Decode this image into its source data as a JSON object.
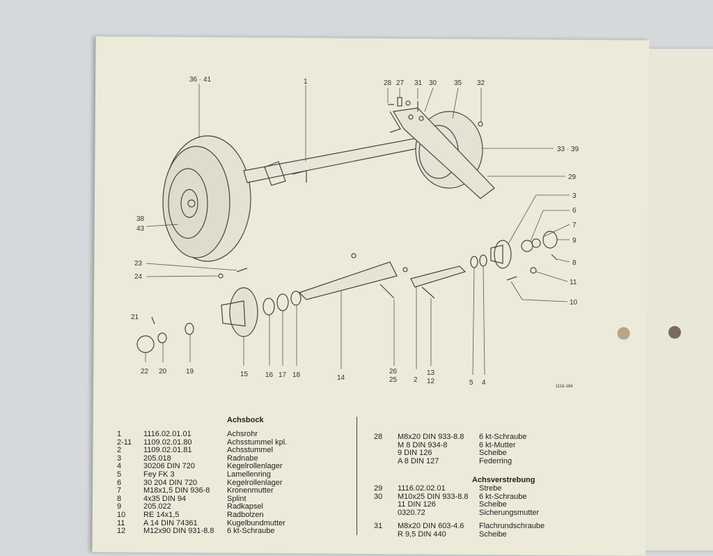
{
  "drawing": {
    "code": "1116-184",
    "callouts": {
      "c36_41": "36 · 41",
      "c1": "1",
      "c28": "28",
      "c27": "27",
      "c31": "31",
      "c30": "30",
      "c35": "35",
      "c32": "32",
      "c33_39": "33 · 39",
      "c29": "29",
      "c38": "38",
      "c43": "43",
      "c3": "3",
      "c6": "6",
      "c7": "7",
      "c9": "9",
      "c8": "8",
      "c11": "11",
      "c10": "10",
      "c23": "23",
      "c24": "24",
      "c21": "21",
      "c22": "22",
      "c20": "20",
      "c19": "19",
      "c15": "15",
      "c16": "16",
      "c17": "17",
      "c18": "18",
      "c14": "14",
      "c26": "26",
      "c25": "25",
      "c2": "2",
      "c13": "13",
      "c12": "12",
      "c5": "5",
      "c4": "4"
    }
  },
  "parts_left": {
    "heading": "Achsbock",
    "rows": [
      {
        "pos": "1",
        "num": "1116.02.01.01",
        "name": "Achsrohr"
      },
      {
        "pos": "2-11",
        "num": "1109.02.01.80",
        "name": "Achsstummel kpl."
      },
      {
        "pos": "2",
        "num": "1109.02.01.81",
        "name": "Achsstummel"
      },
      {
        "pos": "3",
        "num": "205.018",
        "name": "Radnabe"
      },
      {
        "pos": "4",
        "num": "30206 DIN 720",
        "name": "Kegelrollenlager"
      },
      {
        "pos": "5",
        "num": "Fey FK 3",
        "name": "Lamellenring"
      },
      {
        "pos": "6",
        "num": "30 204 DIN 720",
        "name": "Kegelrollenlager"
      },
      {
        "pos": "7",
        "num": "M18x1,5 DIN 936-8",
        "name": "Kronenmutter"
      },
      {
        "pos": "8",
        "num": "4x35 DIN 94",
        "name": "Splint"
      },
      {
        "pos": "9",
        "num": "205.022",
        "name": "Radkapsel"
      },
      {
        "pos": "10",
        "num": "RE 14x1,5",
        "name": "Radbolzen"
      },
      {
        "pos": "11",
        "num": "A 14 DIN 74361",
        "name": "Kugelbundmutter"
      },
      {
        "pos": "12",
        "num": "M12x90 DIN 931-8.8",
        "name": "6 kt-Schraube"
      }
    ]
  },
  "parts_right": {
    "heading": "Achsverstrebung",
    "rows": [
      {
        "pos": "28",
        "num": "M8x20 DIN 933-8.8",
        "name": "6 kt-Schraube"
      },
      {
        "pos": "",
        "num": "M 8 DIN 934-8",
        "name": "6 kt-Mutter"
      },
      {
        "pos": "",
        "num": "9 DIN 126",
        "name": "Scheibe"
      },
      {
        "pos": "",
        "num": "A 8 DIN 127",
        "name": "Federring"
      },
      {
        "pos": "29",
        "num": "1116.02.02.01",
        "name": "Strebe"
      },
      {
        "pos": "30",
        "num": "M10x25 DIN 933-8.8",
        "name": "6 kt-Schraube"
      },
      {
        "pos": "",
        "num": "11 DIN 126",
        "name": "Scheibe"
      },
      {
        "pos": "",
        "num": "0320.72",
        "name": "Sicherungsmutter"
      },
      {
        "pos": "31",
        "num": "M8x20 DIN 603-4.6",
        "name": "Flachrundschraube"
      },
      {
        "pos": "",
        "num": "R 9,5 DIN 440",
        "name": "Scheibe"
      }
    ]
  }
}
